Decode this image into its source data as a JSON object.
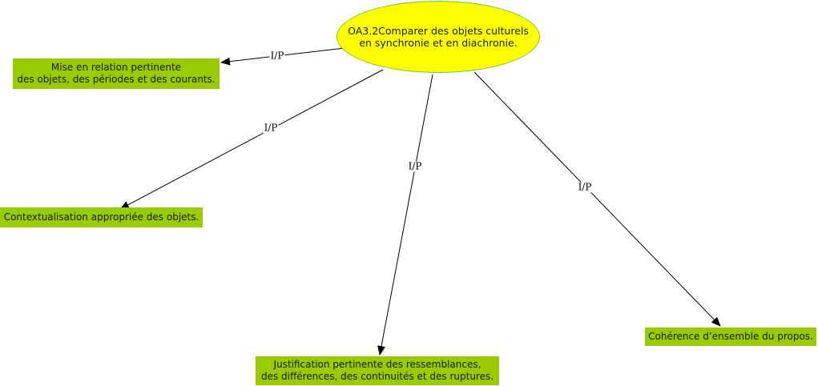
{
  "root": {
    "line1": "OA3.2Comparer des objets culturels",
    "line2": "en synchronie et en diachronie."
  },
  "links": [
    {
      "label": "I/P"
    },
    {
      "label": "I/P"
    },
    {
      "label": "I/P"
    },
    {
      "label": "I/P"
    }
  ],
  "nodes": [
    {
      "line1": "Mise en relation pertinente",
      "line2": "des objets, des périodes et des courants."
    },
    {
      "line1": "Contextualisation appropriée des objets."
    },
    {
      "line1": "Justification pertinente des ressemblances,",
      "line2": "des différences, des continuités et des ruptures."
    },
    {
      "line1": "Cohérence d’ensemble du propos."
    }
  ],
  "colors": {
    "node": "#99cc00",
    "root": "#ffff00",
    "root_border": "#66cc33"
  }
}
